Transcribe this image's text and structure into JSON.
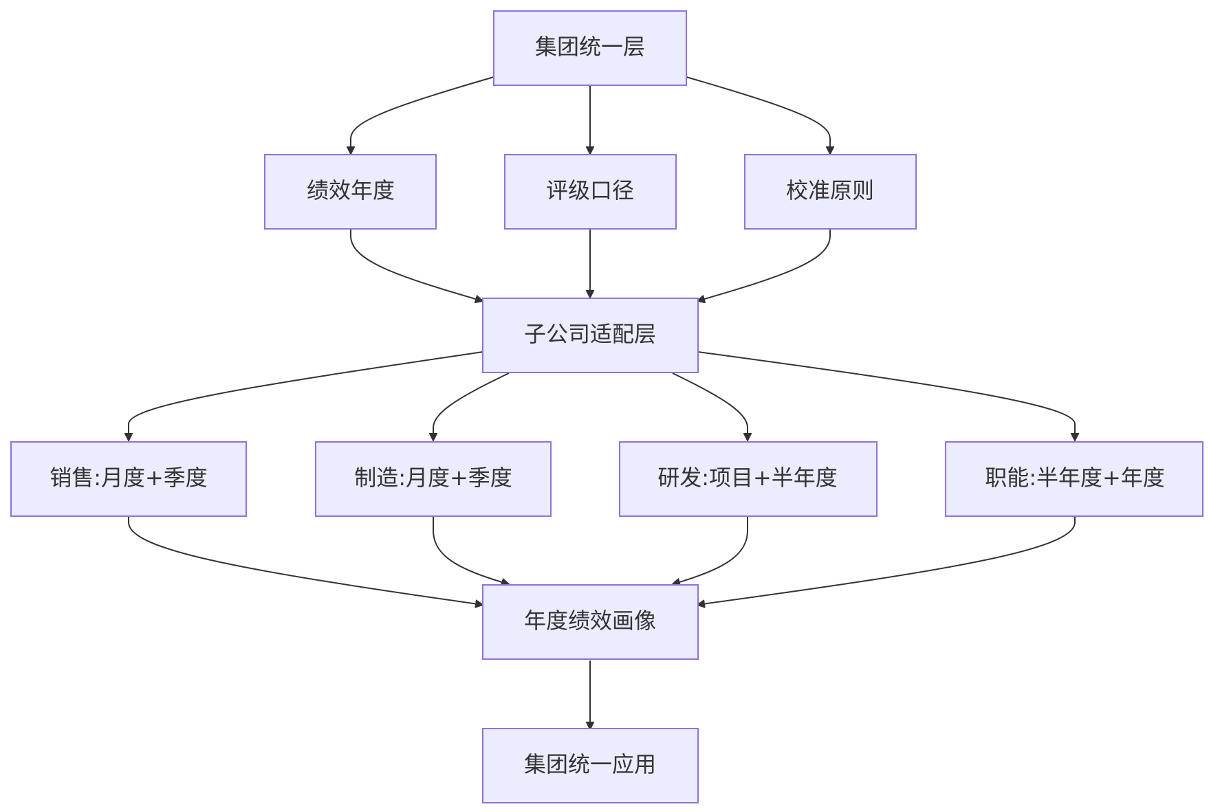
{
  "diagram": {
    "type": "flowchart",
    "nodes": [
      {
        "id": "group_unified",
        "label": "集团统一层"
      },
      {
        "id": "perf_year",
        "label": "绩效年度"
      },
      {
        "id": "rating_scope",
        "label": "评级口径"
      },
      {
        "id": "calibration",
        "label": "校准原则"
      },
      {
        "id": "subsidiary",
        "label": "子公司适配层"
      },
      {
        "id": "sales",
        "label": "销售:月度+季度"
      },
      {
        "id": "manufacturing",
        "label": "制造:月度+季度"
      },
      {
        "id": "rnd",
        "label": "研发:项目+半年度"
      },
      {
        "id": "functional",
        "label": "职能:半年度+年度"
      },
      {
        "id": "annual_profile",
        "label": "年度绩效画像"
      },
      {
        "id": "group_application",
        "label": "集团统一应用"
      }
    ],
    "edges": [
      {
        "from": "group_unified",
        "to": "perf_year"
      },
      {
        "from": "group_unified",
        "to": "rating_scope"
      },
      {
        "from": "group_unified",
        "to": "calibration"
      },
      {
        "from": "perf_year",
        "to": "subsidiary"
      },
      {
        "from": "rating_scope",
        "to": "subsidiary"
      },
      {
        "from": "calibration",
        "to": "subsidiary"
      },
      {
        "from": "subsidiary",
        "to": "sales"
      },
      {
        "from": "subsidiary",
        "to": "manufacturing"
      },
      {
        "from": "subsidiary",
        "to": "rnd"
      },
      {
        "from": "subsidiary",
        "to": "functional"
      },
      {
        "from": "sales",
        "to": "annual_profile"
      },
      {
        "from": "manufacturing",
        "to": "annual_profile"
      },
      {
        "from": "rnd",
        "to": "annual_profile"
      },
      {
        "from": "functional",
        "to": "annual_profile"
      },
      {
        "from": "annual_profile",
        "to": "group_application"
      }
    ],
    "colors": {
      "node_fill": "#ECECFF",
      "node_border": "#9370DB",
      "edge": "#333333",
      "text": "#333333"
    }
  }
}
